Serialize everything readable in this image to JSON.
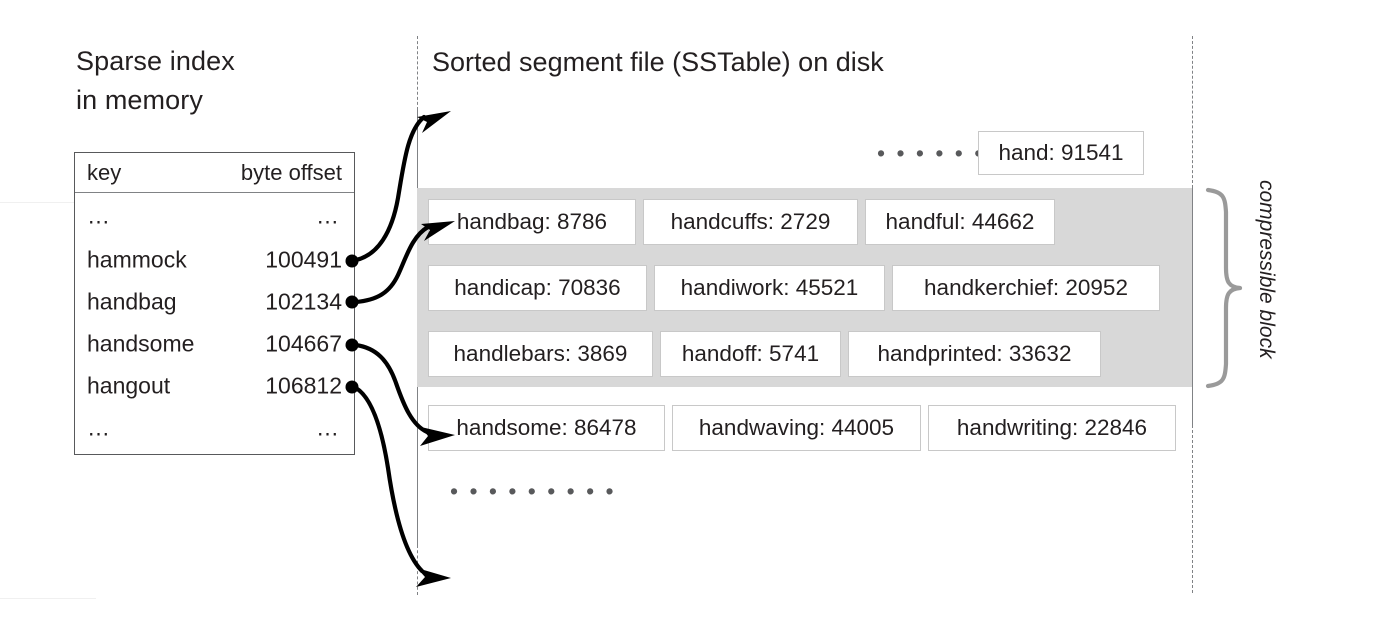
{
  "left_panel": {
    "heading_line1": "Sparse index",
    "heading_line2": "in memory",
    "table": {
      "columns": [
        "key",
        "byte offset"
      ],
      "rows": [
        {
          "key": "…",
          "offset": "…"
        },
        {
          "key": "hammock",
          "offset": "100491"
        },
        {
          "key": "handbag",
          "offset": "102134"
        },
        {
          "key": "handsome",
          "offset": "104667"
        },
        {
          "key": "hangout",
          "offset": "106812"
        },
        {
          "key": "…",
          "offset": "…"
        }
      ]
    }
  },
  "right_panel": {
    "heading": "Sorted segment file (SSTable) on disk",
    "top_ellipsis": "• • • • • • • • •",
    "top_entry": "hand: 91541",
    "bottom_ellipsis": "• • • • • • • • •",
    "compressible_label": "compressible block",
    "entry_rows": [
      {
        "in_block": true,
        "entries": [
          "handbag: 8786",
          "handcuffs: 2729",
          "handful: 44662"
        ]
      },
      {
        "in_block": true,
        "entries": [
          "handicap: 70836",
          "handiwork: 45521",
          "handkerchief: 20952"
        ]
      },
      {
        "in_block": true,
        "entries": [
          "handlebars: 3869",
          "handoff: 5741",
          "handprinted: 33632"
        ]
      },
      {
        "in_block": false,
        "entries": [
          "handsome: 86478",
          "handwaving: 44005",
          "handwriting: 22846"
        ]
      }
    ]
  },
  "colors": {
    "block_fill": "#d8d8d8",
    "entry_border": "#c8c8c8",
    "rule": "#808285",
    "text": "#231f20"
  }
}
